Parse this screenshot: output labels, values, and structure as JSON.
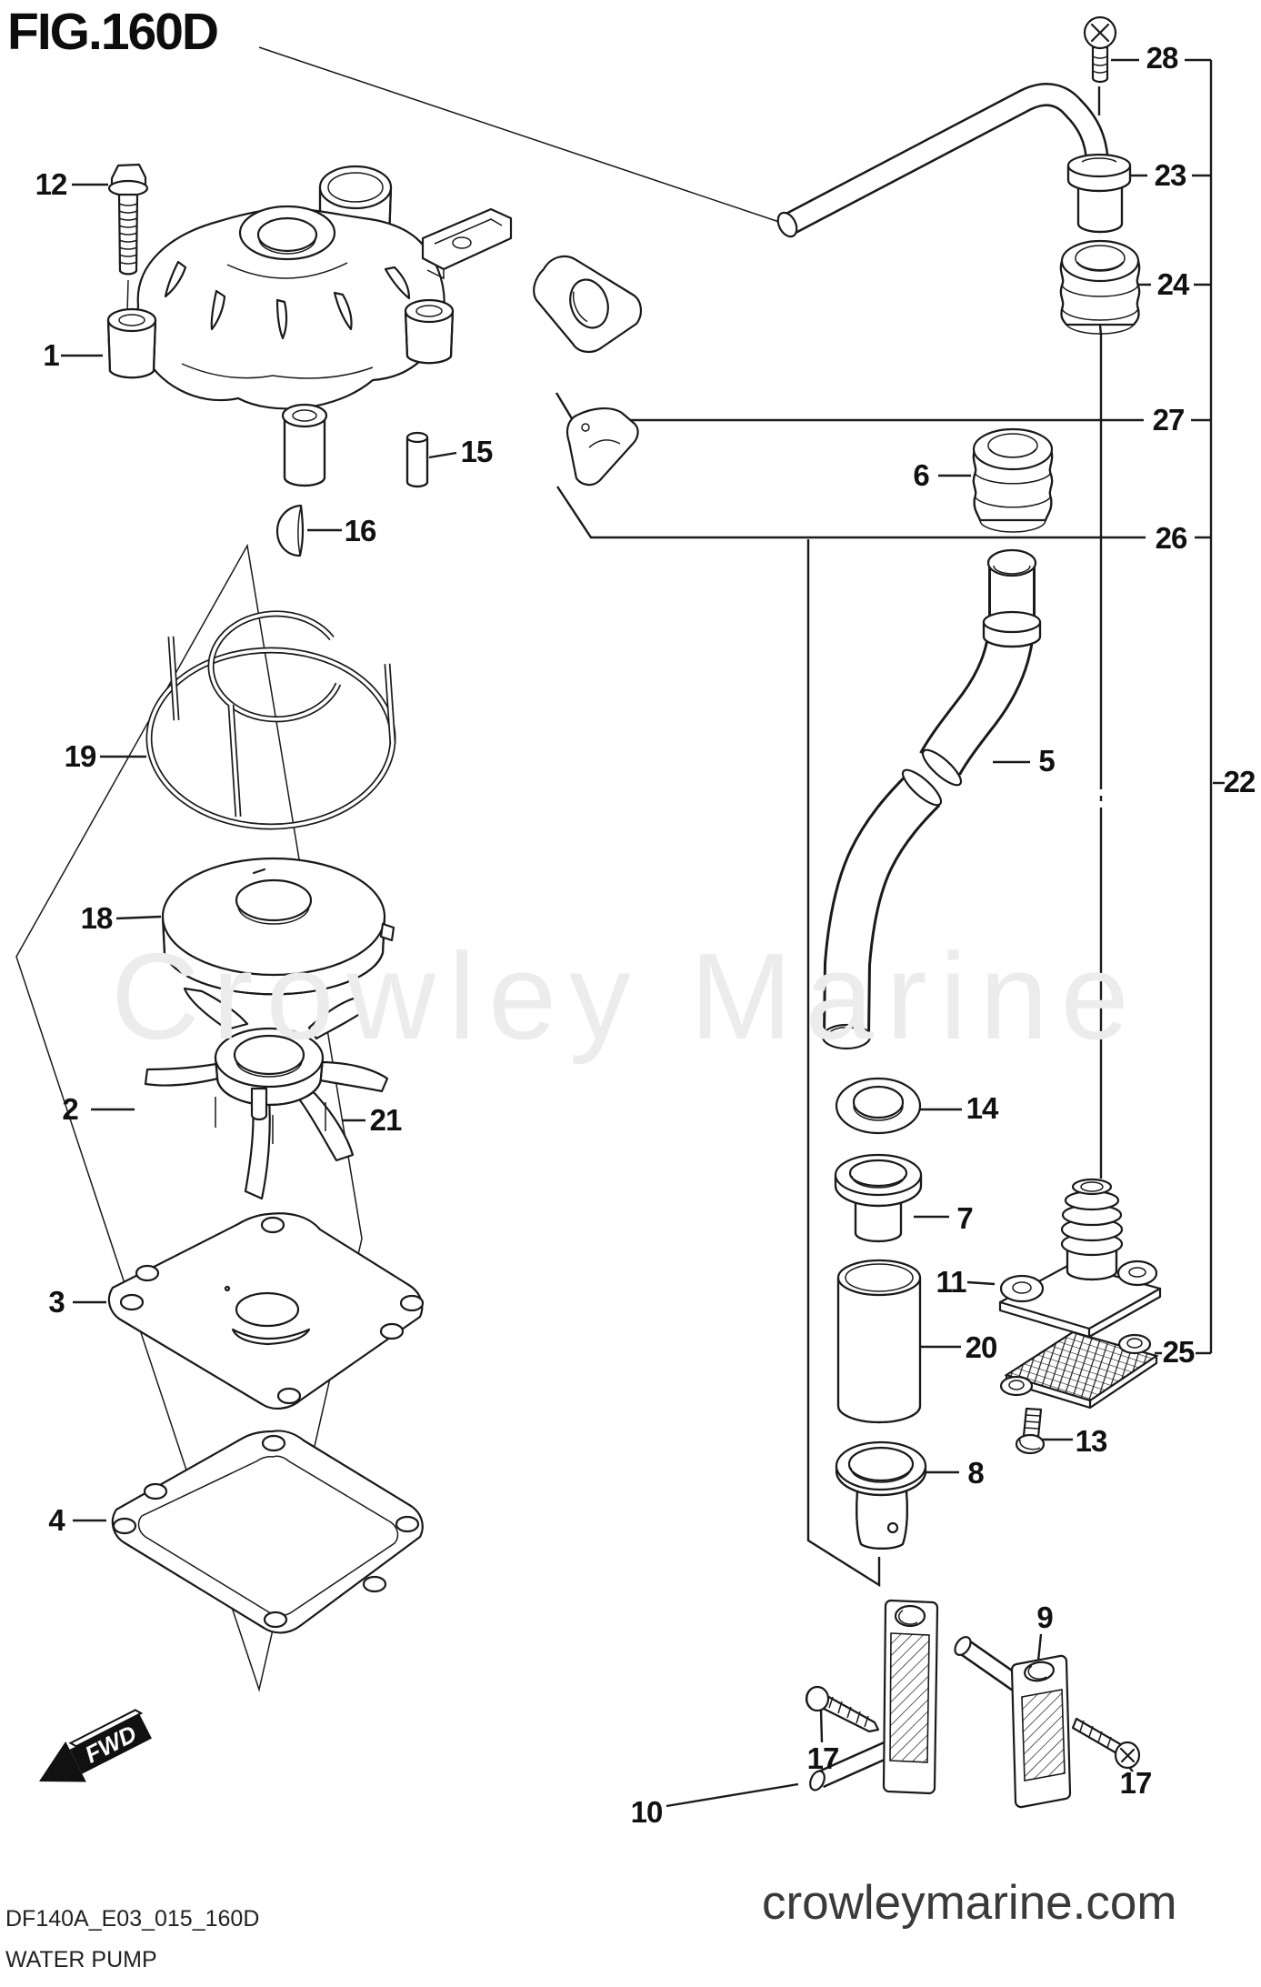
{
  "figure": {
    "title": "FIG.160D"
  },
  "watermark": "Crowley Marine",
  "footer": {
    "drawing_code": "DF140A_E03_015_160D",
    "diagram_name": "WATER PUMP",
    "website": "crowleymarine.com"
  },
  "fwd_label": "FWD",
  "colors": {
    "line": "#1a1a1a",
    "label": "#111111",
    "watermark": "#ececec",
    "website_text": "#3a3a3a",
    "fwd_fill": "#111111"
  },
  "callouts": [
    {
      "label": "12"
    },
    {
      "label": "1"
    },
    {
      "label": "28"
    },
    {
      "label": "23"
    },
    {
      "label": "24"
    },
    {
      "label": "27"
    },
    {
      "label": "26"
    },
    {
      "label": "6"
    },
    {
      "label": "15"
    },
    {
      "label": "16"
    },
    {
      "label": "5"
    },
    {
      "label": "22"
    },
    {
      "label": "19"
    },
    {
      "label": "18"
    },
    {
      "label": "2"
    },
    {
      "label": "21"
    },
    {
      "label": "14"
    },
    {
      "label": "7"
    },
    {
      "label": "11"
    },
    {
      "label": "20"
    },
    {
      "label": "25"
    },
    {
      "label": "13"
    },
    {
      "label": "8"
    },
    {
      "label": "3"
    },
    {
      "label": "4"
    },
    {
      "label": "9"
    },
    {
      "label": "10"
    },
    {
      "label": "17"
    },
    {
      "label": "17"
    }
  ]
}
